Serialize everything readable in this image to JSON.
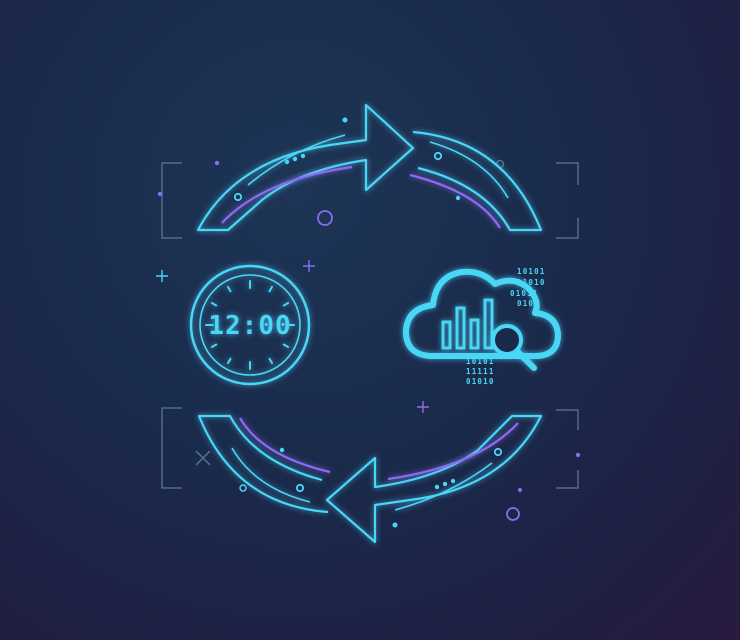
{
  "clock": {
    "time": "12:00"
  },
  "binary": {
    "top": [
      "10101",
      "11010",
      "01011",
      "0101"
    ],
    "bottom": [
      "10101",
      "11111",
      "01010"
    ]
  },
  "colors": {
    "cyan": "#49d7f6",
    "purple": "#8a6cf0",
    "bracket": "#5d7595"
  },
  "icons": [
    "circular-arrows-icon",
    "clock-icon",
    "cloud-analytics-icon",
    "magnifier-icon"
  ]
}
